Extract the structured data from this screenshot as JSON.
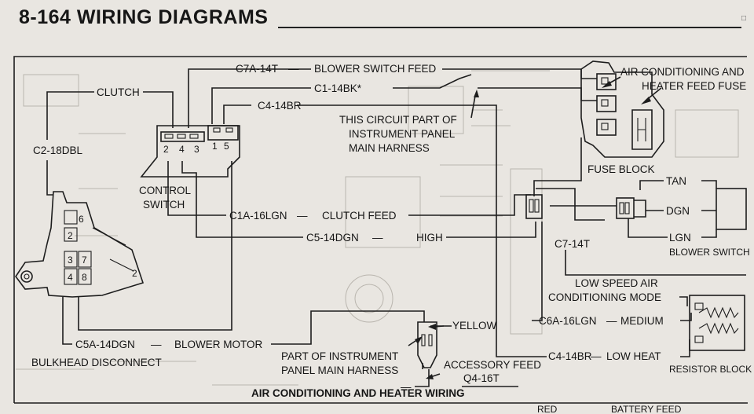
{
  "header": {
    "title": "8-164 WIRING DIAGRAMS",
    "corner_mark": "□"
  },
  "diagram": {
    "caption": "AIR CONDITIONING AND HEATER WIRING",
    "labels": {
      "c7a": "C7A-14T",
      "blower_switch_feed": "BLOWER SWITCH FEED",
      "c1": "C1-14BK*",
      "c4_top": "C4-14BR",
      "clutch": "CLUTCH",
      "c2": "C2-18DBL",
      "circuit_note_1": "THIS CIRCUIT PART OF",
      "circuit_note_2": "INSTRUMENT PANEL",
      "circuit_note_3": "MAIN HARNESS",
      "control_switch_1": "CONTROL",
      "control_switch_2": "SWITCH",
      "c1a": "C1A-16LGN",
      "clutch_feed": "CLUTCH FEED",
      "c5": "C5-14DGN",
      "high": "HIGH",
      "ac_heater_fuse_1": "AIR CONDITIONING AND",
      "ac_heater_fuse_2": "HEATER FEED FUSE",
      "fuse_block": "FUSE BLOCK",
      "tan": "TAN",
      "dgn": "DGN",
      "lgn": "LGN",
      "blower_switch": "BLOWER SWITCH",
      "c7": "C7-14T",
      "low_speed_1": "LOW SPEED AIR",
      "low_speed_2": "CONDITIONING MODE",
      "c6a": "C6A-16LGN",
      "medium": "MEDIUM",
      "yellow": "YELLOW",
      "c5a": "C5A-14DGN",
      "blower_motor": "BLOWER MOTOR",
      "bulkhead": "BULKHEAD DISCONNECT",
      "ip_harness_1": "PART OF INSTRUMENT",
      "ip_harness_2": "PANEL MAIN HARNESS",
      "accessory_feed": "ACCESSORY FEED",
      "q4": "Q4-16T",
      "c4_bottom": "C4-14BR",
      "low_heat": "LOW HEAT",
      "resistor_block": "RESISTOR BLOCK",
      "dash1": "—",
      "dash2": "—",
      "dash3": "—",
      "dash4": "—",
      "dash5": "—",
      "dash6": "—",
      "dash7": "—"
    },
    "switch_pins": {
      "p2": "2",
      "p4": "4",
      "p3": "3",
      "p1": "1",
      "p5": "5"
    },
    "bulkhead_pins": {
      "b6": "6",
      "b2": "2",
      "b3": "3",
      "b4": "4",
      "b7": "7",
      "b8": "8",
      "b2b": "2"
    },
    "bottom_strip": {
      "left": "RED",
      "right": "BATTERY FEED"
    }
  }
}
